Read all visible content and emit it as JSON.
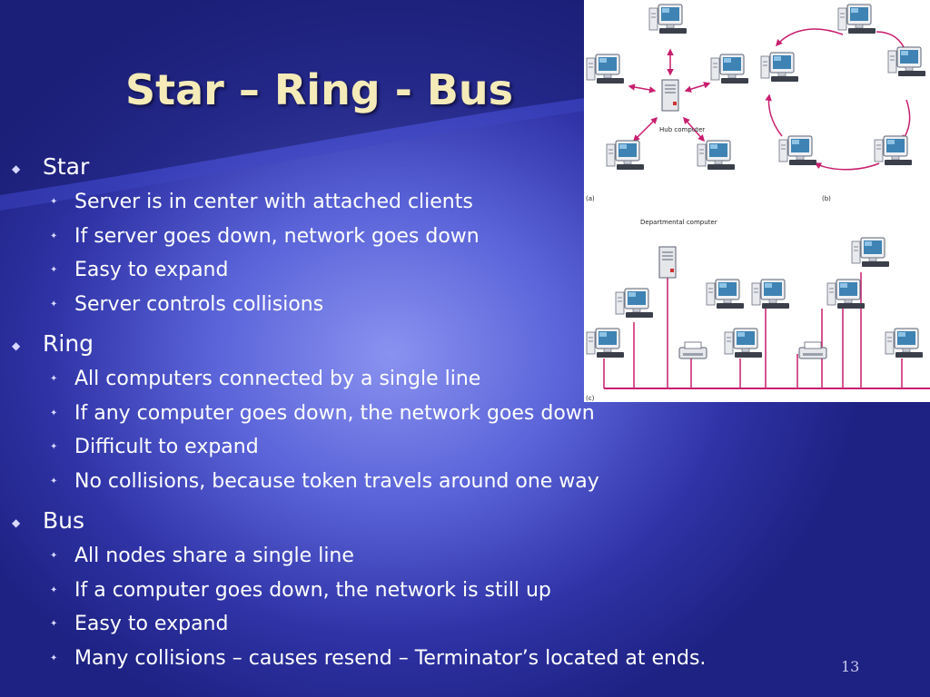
{
  "title": "Star – Ring - Bus",
  "page_number": "13",
  "bullet_marker": "◆",
  "sub_marker": "✦",
  "sections": [
    {
      "heading": "Star",
      "items": [
        "Server is in center with attached clients",
        "If server goes down, network goes down",
        "Easy to expand",
        "Server controls collisions"
      ]
    },
    {
      "heading": "Ring",
      "items": [
        "All computers connected by a single line",
        "If any computer goes down, the network goes down",
        "Difficult to expand",
        "No collisions, because token travels around one way"
      ]
    },
    {
      "heading": "Bus",
      "items": [
        "All nodes share a single line",
        "If a computer goes down, the network is still up",
        "Easy to expand",
        "Many collisions – causes resend – Terminator’s located at ends."
      ]
    }
  ],
  "figure": {
    "hub_label": "Hub computer",
    "dept_label": "Departmental computer",
    "label_a": "(a)",
    "label_b": "(b)",
    "label_c": "(c)"
  }
}
